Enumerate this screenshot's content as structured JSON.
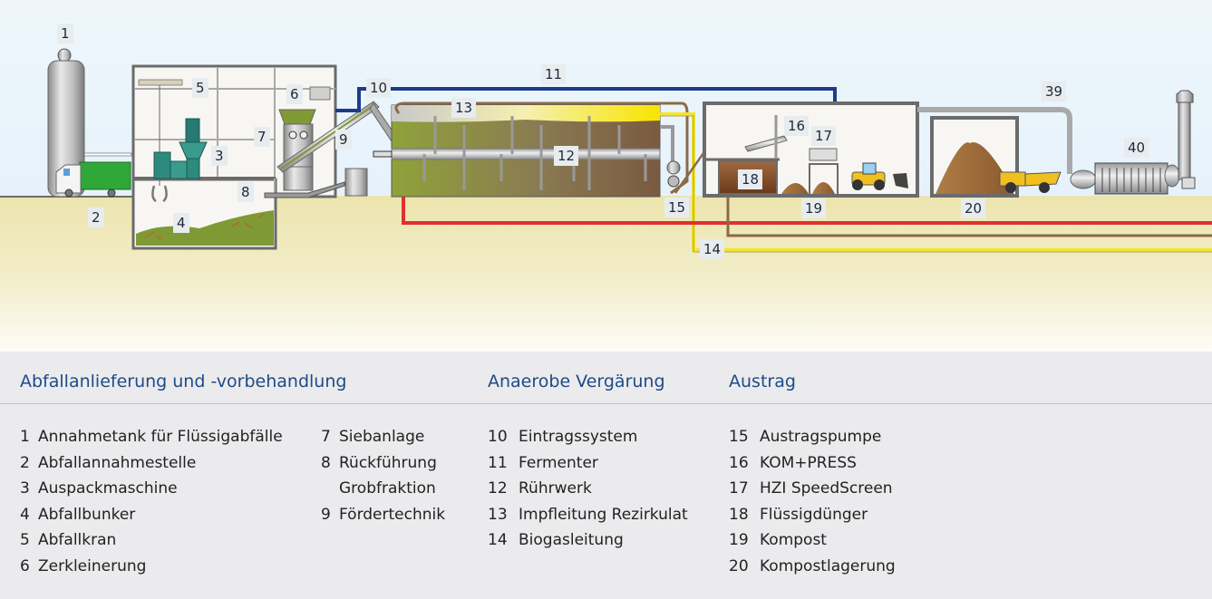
{
  "diagram": {
    "labels": [
      {
        "id": "1",
        "text": "1"
      },
      {
        "id": "2",
        "text": "2"
      },
      {
        "id": "3",
        "text": "3"
      },
      {
        "id": "4",
        "text": "4"
      },
      {
        "id": "5",
        "text": "5"
      },
      {
        "id": "6",
        "text": "6"
      },
      {
        "id": "7",
        "text": "7"
      },
      {
        "id": "8",
        "text": "8"
      },
      {
        "id": "9",
        "text": "9"
      },
      {
        "id": "10",
        "text": "10"
      },
      {
        "id": "11",
        "text": "11"
      },
      {
        "id": "12",
        "text": "12"
      },
      {
        "id": "13",
        "text": "13"
      },
      {
        "id": "14",
        "text": "14"
      },
      {
        "id": "15",
        "text": "15"
      },
      {
        "id": "16",
        "text": "16"
      },
      {
        "id": "17",
        "text": "17"
      },
      {
        "id": "18",
        "text": "18"
      },
      {
        "id": "19",
        "text": "19"
      },
      {
        "id": "20",
        "text": "20"
      },
      {
        "id": "39",
        "text": "39"
      },
      {
        "id": "40",
        "text": "40"
      }
    ],
    "colors": {
      "sky": "#eaf4fb",
      "ground": "#ede6b0",
      "wall": "#6b6b6b",
      "interior": "#f8f6f3",
      "gas_pipe": "#1d3b8a",
      "red_pipe": "#e03030",
      "brown_pipe": "#8b6a48",
      "yellow_pipe": "#f5e42a",
      "waste_green": "#7f9a34",
      "truck_green": "#2ea838",
      "compost_brown": "#a06c3a",
      "machine_teal": "#2e8a7e",
      "vehicle_yellow": "#f0c020"
    }
  },
  "legend": {
    "sections": [
      {
        "title": "Abfallanlieferung und -vorbehandlung"
      },
      {
        "title": "Anaerobe Vergärung"
      },
      {
        "title": "Austrag"
      }
    ],
    "col1": [
      {
        "num": "1",
        "label": "Annahmetank für Flüssigabfälle"
      },
      {
        "num": "2",
        "label": "Abfallannahmestelle"
      },
      {
        "num": "3",
        "label": "Auspackmaschine"
      },
      {
        "num": "4",
        "label": "Abfallbunker"
      },
      {
        "num": "5",
        "label": "Abfallkran"
      },
      {
        "num": "6",
        "label": "Zerkleinerung"
      }
    ],
    "col2": [
      {
        "num": "7",
        "label": "Siebanlage"
      },
      {
        "num": "8",
        "label": "Rückführung",
        "cont": "Grobfraktion"
      },
      {
        "num": "9",
        "label": "Fördertechnik"
      }
    ],
    "col3": [
      {
        "num": "10",
        "label": "Eintragssystem"
      },
      {
        "num": "11",
        "label": "Fermenter"
      },
      {
        "num": "12",
        "label": "Rührwerk"
      },
      {
        "num": "13",
        "label": "Impfleitung Rezirkulat"
      },
      {
        "num": "14",
        "label": "Biogasleitung"
      }
    ],
    "col4": [
      {
        "num": "15",
        "label": "Austragspumpe"
      },
      {
        "num": "16",
        "label": "KOM+PRESS"
      },
      {
        "num": "17",
        "label": "HZI SpeedScreen"
      },
      {
        "num": "18",
        "label": "Flüssigdünger"
      },
      {
        "num": "19",
        "label": "Kompost"
      },
      {
        "num": "20",
        "label": "Kompostlagerung"
      }
    ]
  }
}
